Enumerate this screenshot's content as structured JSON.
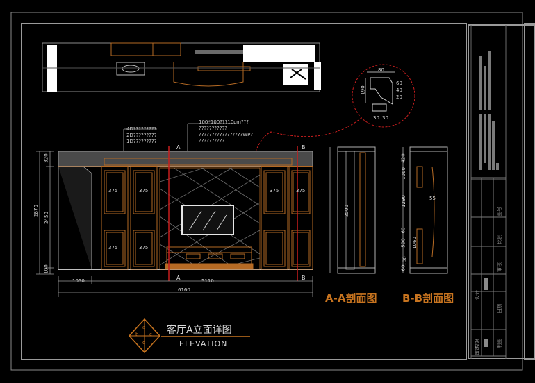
{
  "drawing": {
    "title_cn": "客厅A立面详图",
    "title_en": "ELEVATION",
    "emblem_letters": [
      "a",
      "b",
      "c",
      "d"
    ],
    "colors": {
      "background": "#000000",
      "frame": "#9a9a9a",
      "accent_red": "#c81e1e",
      "cabinet": "#b56a24",
      "title_orange": "#c8741f"
    }
  },
  "elevation": {
    "section_markers": [
      "A",
      "A",
      "B",
      "B"
    ],
    "notes_left": [
      "4D?????????",
      "2D?????????",
      "1D?????????"
    ],
    "notes_right": [
      "100*100???10cm???",
      "???????????",
      "?????????????????WP?",
      "??????????"
    ],
    "dims_vertical": [
      "320",
      "2450",
      "2870",
      "100"
    ],
    "dims_horizontal": [
      "1050",
      "5110",
      "6160"
    ],
    "cabinet_labels": [
      "375",
      "375",
      "375",
      "375",
      "375",
      "375"
    ]
  },
  "sections": {
    "a_title": "A-A剖面图",
    "b_title": "B-B剖面图",
    "a_dims": [
      "2500"
    ],
    "b_dims": [
      "420",
      "1060",
      "1290",
      "55",
      "60",
      "590",
      "1060",
      "100",
      "60"
    ]
  },
  "detail": {
    "dims": [
      "80",
      "190",
      "60",
      "40",
      "20",
      "30",
      "30"
    ]
  },
  "title_block": {
    "labels": [
      "图号",
      "比例",
      "审核",
      "设计",
      "日期",
      "校对",
      "制图",
      "审定"
    ]
  }
}
